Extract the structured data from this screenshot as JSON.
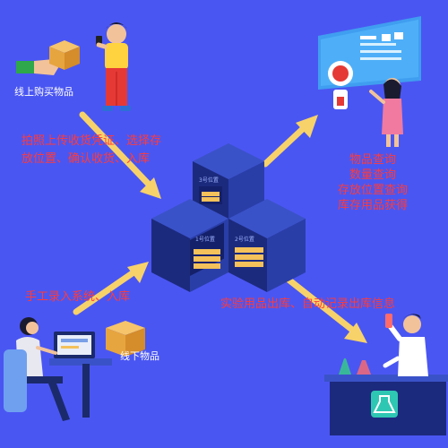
{
  "labels": {
    "online_purchase": "线上购买物品",
    "offline_item": "线下物品",
    "photo_upload_line1": "拍照上传收货凭证、选择存",
    "photo_upload_line2": "放位置、确认收货、入库",
    "manual_entry": "手工录入系统、入库",
    "checkout": "实验用品出库、自动记录出库信息"
  },
  "query_items": [
    "物品查询",
    "数量查询",
    "存放位置查询",
    "库存用品获得"
  ],
  "cabinets": {
    "top": "3号位置",
    "left": "1号位置",
    "right": "2号位置"
  },
  "colors": {
    "background": "#4a56f2",
    "arrow": "#f7d26a",
    "annotation_red": "#ff3b3b",
    "cabinet_dark": "#1c2a7d",
    "cabinet_side": "#2a3ea8",
    "cabinet_top": "#3a52c8",
    "goods": "#f4c15a"
  }
}
